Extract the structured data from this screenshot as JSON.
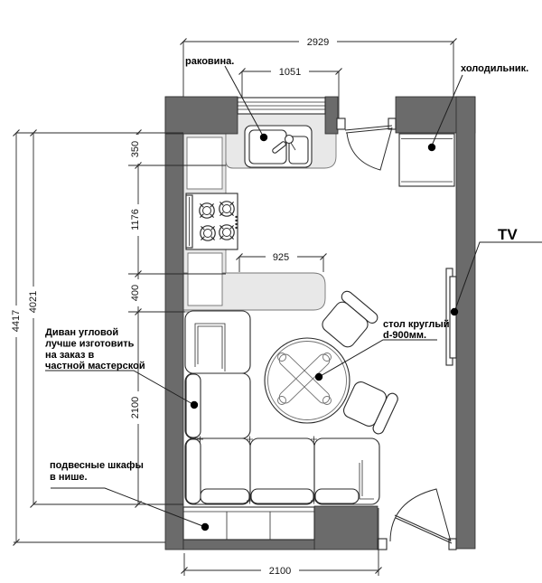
{
  "document": {
    "type": "apartment floor plan",
    "room": "kitchen-living room",
    "language": "ru"
  },
  "colors": {
    "wall": "#6b6b6b",
    "counter": "#e8e8e8",
    "paper": "#ffffff",
    "line": "#1f1f1f"
  },
  "labels": {
    "sink": "раковина.",
    "fridge": "холодильник.",
    "tv": "TV",
    "table": [
      "стол круглый",
      "d-900мм."
    ],
    "sofa": [
      "Диван угловой",
      "лучше изготовить",
      "на заказ в",
      "частной мастерской"
    ],
    "cabinets": [
      "подвесные шкафы",
      "в нише."
    ]
  },
  "dimensions": {
    "room_width_top": "2929",
    "window_width": "1051",
    "counter_return": "925",
    "left_overall": "4417",
    "room_depth": "4021",
    "seg_top": "350",
    "seg_stove": "1176",
    "seg_bottom": "400",
    "sofa_side": "2100",
    "room_width_bottom": "2100"
  }
}
